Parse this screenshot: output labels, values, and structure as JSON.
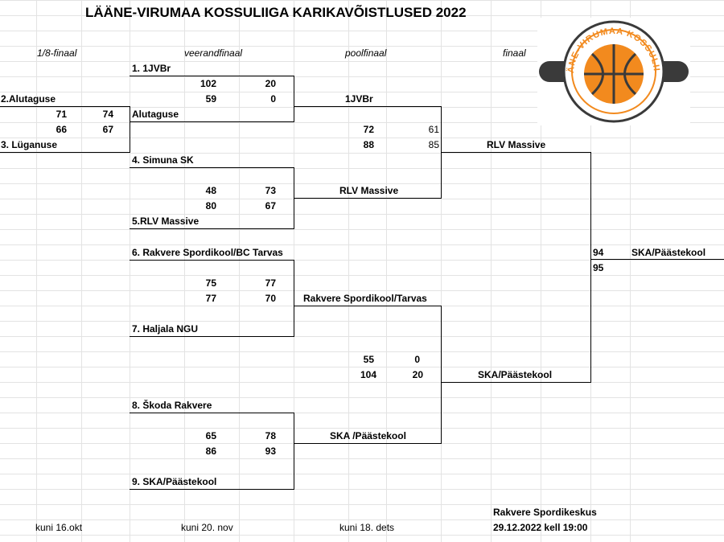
{
  "title": "LÄÄNE-VIRUMAA KOSSULIIGA KARIKAVÕISTLUSED 2022",
  "rounds": {
    "r16": "1/8-finaal",
    "qf": "veerandfinaal",
    "sf": "poolfinaal",
    "final": "finaal"
  },
  "r16": {
    "team_a": "2.Alutaguse",
    "team_b": "3. Lüganuse",
    "scores": [
      [
        "71",
        "74"
      ],
      [
        "66",
        "67"
      ]
    ]
  },
  "qf": [
    {
      "team_a": "1. 1JVBr",
      "team_b": "Alutaguse",
      "scores": [
        [
          "102",
          "20"
        ],
        [
          "59",
          "0"
        ]
      ]
    },
    {
      "team_a": "4. Simuna SK",
      "team_b": "5.RLV Massive",
      "scores": [
        [
          "48",
          "73"
        ],
        [
          "80",
          "67"
        ]
      ]
    },
    {
      "team_a": "6. Rakvere Spordikool/BC Tarvas",
      "team_b": "7. Haljala NGU",
      "scores": [
        [
          "75",
          "77"
        ],
        [
          "77",
          "70"
        ]
      ]
    },
    {
      "team_a": "8. Škoda Rakvere",
      "team_b": "9. SKA/Päästekool",
      "scores": [
        [
          "65",
          "78"
        ],
        [
          "86",
          "93"
        ]
      ]
    }
  ],
  "qf_winners": [
    "1JVBr",
    "RLV Massive",
    "Rakvere Spordikool/Tarvas",
    "SKA /Päästekool"
  ],
  "sf": [
    {
      "scores": [
        [
          "72",
          "61"
        ],
        [
          "88",
          "85"
        ]
      ]
    },
    {
      "scores": [
        [
          "55",
          "0"
        ],
        [
          "104",
          "20"
        ]
      ]
    }
  ],
  "sf_winners": [
    "RLV Massive",
    "SKA/Päästekool"
  ],
  "final": {
    "scores": [
      "94",
      "95"
    ],
    "winner": "SKA/Päästekool"
  },
  "dates": {
    "r16": "kuni 16.okt",
    "qf": "kuni 20. nov",
    "sf": "kuni 18. dets",
    "venue": "Rakvere Spordikeskus",
    "final_time": "29.12.2022 kell 19:00"
  },
  "logo": {
    "text": "LÄÄNE-VIRUMAA KOSSULIIGA",
    "color_orange": "#f28a1e",
    "color_dark": "#3a3a3a"
  }
}
